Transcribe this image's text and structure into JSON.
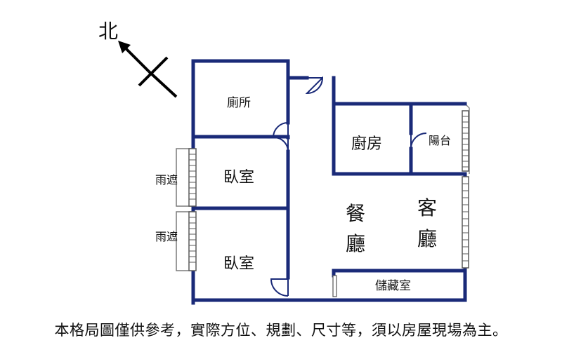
{
  "compass": {
    "north_label": "北"
  },
  "rooms": {
    "toilet": "廁所",
    "bedroom_upper": "臥室",
    "bedroom_lower": "臥室",
    "kitchen": "廚房",
    "balcony": "陽台",
    "dining_1": "餐",
    "dining_2": "廳",
    "living_1": "客",
    "living_2": "廳",
    "storage": "儲藏室",
    "awning_upper": "雨遮",
    "awning_lower": "雨遮"
  },
  "caption": "本格局圖僅供參考，實際方位、規劃、尺寸等，須以房屋現場為主。",
  "colors": {
    "wall": "#1a2a78",
    "window": "#6f6f6f",
    "text": "#111111"
  }
}
